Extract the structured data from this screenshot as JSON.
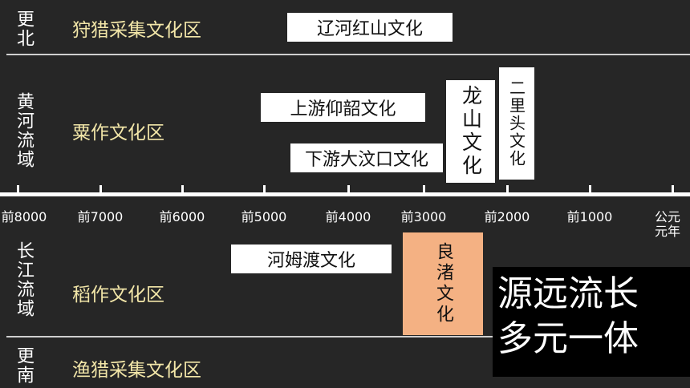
{
  "regions": {
    "far_north": "更北",
    "yellow_river": "黄河流域",
    "yangtze": "长江流域",
    "far_south": "更南"
  },
  "zones": {
    "hunting_gathering": "狩猎采集文化区",
    "millet": "粟作文化区",
    "rice": "稻作文化区",
    "fishing_hunting": "渔猎采集文化区"
  },
  "cultures": {
    "liaohe_hongshan": "辽河红山文化",
    "upper_yangshao": "上游仰韶文化",
    "lower_dawenkou": "下游大汶口文化",
    "longshan": "龙山文化",
    "erlitou": "二里头文化",
    "hemudu": "河姆渡文化",
    "liangzhu": "良渚文化"
  },
  "timeline": {
    "ticks": [
      "前8000",
      "前7000",
      "前6000",
      "前5000",
      "前4000",
      "前3000",
      "前2000",
      "前1000",
      "公元元年"
    ]
  },
  "slogan": {
    "line1": "源远流长",
    "line2": "多元一体"
  },
  "colors": {
    "background": "#262626",
    "zone_text": "#f2e6a8",
    "liangzhu_fill": "#f4b183"
  }
}
